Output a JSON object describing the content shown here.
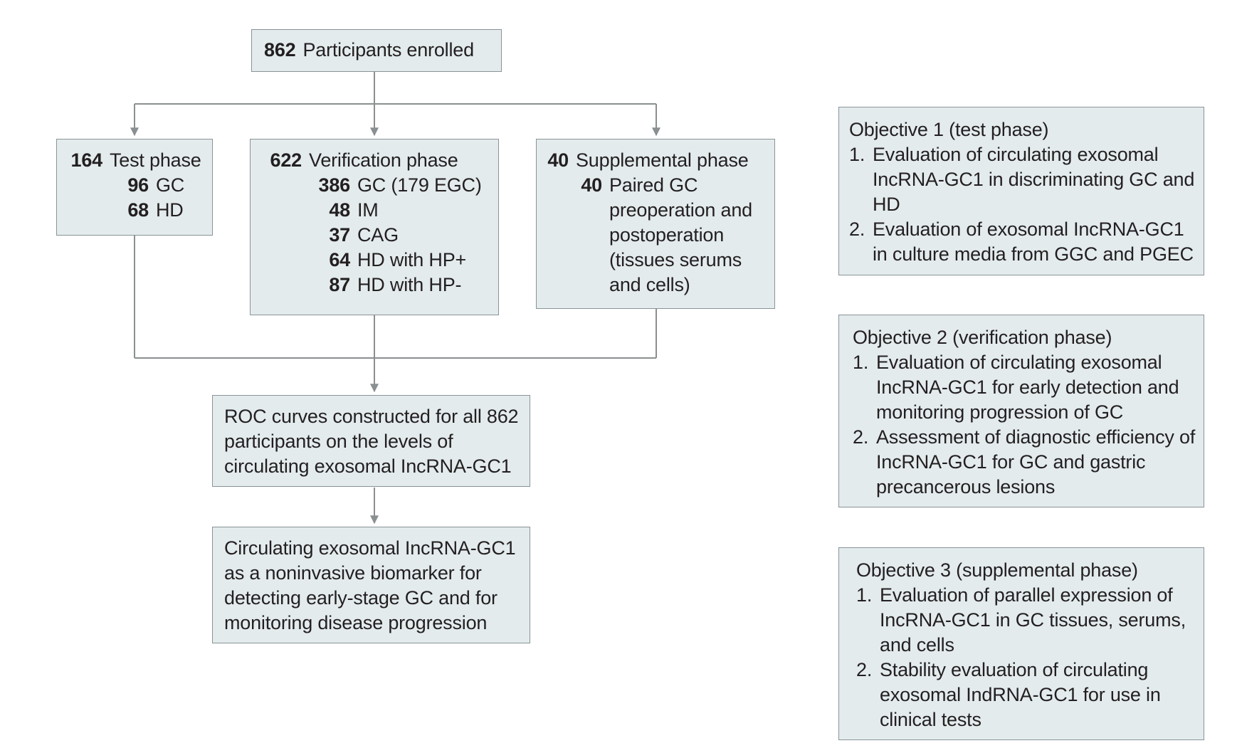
{
  "enrolled": {
    "count": "862",
    "label": "Participants enrolled"
  },
  "test_phase": {
    "count": "164",
    "label": "Test phase",
    "items": [
      {
        "count": "96",
        "label": "GC"
      },
      {
        "count": "68",
        "label": "HD"
      }
    ]
  },
  "verification_phase": {
    "count": "622",
    "label": "Verification phase",
    "items": [
      {
        "count": "386",
        "label": "GC (179 EGC)"
      },
      {
        "count": "48",
        "label": "IM"
      },
      {
        "count": "37",
        "label": "CAG"
      },
      {
        "count": "64",
        "label": "HD with HP+"
      },
      {
        "count": "87",
        "label": "HD with HP-"
      }
    ]
  },
  "supplemental_phase": {
    "count": "40",
    "label": "Supplemental phase",
    "items": [
      {
        "count": "40",
        "label": "Paired GC preoperation and postoperation (tissues serums and cells)"
      }
    ]
  },
  "roc_box": {
    "text": "ROC curves constructed for all 862 participants on the levels of circulating exosomal IncRNA-GC1"
  },
  "conclusion_box": {
    "text": "Circulating exosomal IncRNA-GC1 as a noninvasive biomarker for detecting early-stage GC and for monitoring disease progression"
  },
  "objectives": [
    {
      "title": "Objective 1 (test phase)",
      "items": [
        {
          "num": "1.",
          "text": "Evaluation of circulating exosomal IncRNA-GC1 in discriminating GC and HD"
        },
        {
          "num": "2.",
          "text": "Evaluation of exosomal IncRNA-GC1 in culture media from GGC and PGEC"
        }
      ]
    },
    {
      "title": "Objective 2 (verification phase)",
      "items": [
        {
          "num": "1.",
          "text": "Evaluation of circulating exosomal IncRNA-GC1 for early detection and monitoring progression of GC"
        },
        {
          "num": "2.",
          "text": "Assessment of diagnostic efficiency of IncRNA-GC1 for GC and gastric precancerous lesions"
        }
      ]
    },
    {
      "title": "Objective 3 (supplemental phase)",
      "items": [
        {
          "num": "1.",
          "text": "Evaluation of parallel expression of IncRNA-GC1 in GC tissues, serums, and cells"
        },
        {
          "num": "2.",
          "text": "Stability evaluation of circulating exosomal IndRNA-GC1 for use in clinical tests"
        }
      ]
    }
  ],
  "colors": {
    "box_fill": "#e3ebed",
    "box_border": "#8a9396",
    "connector": "#8a8f91"
  }
}
